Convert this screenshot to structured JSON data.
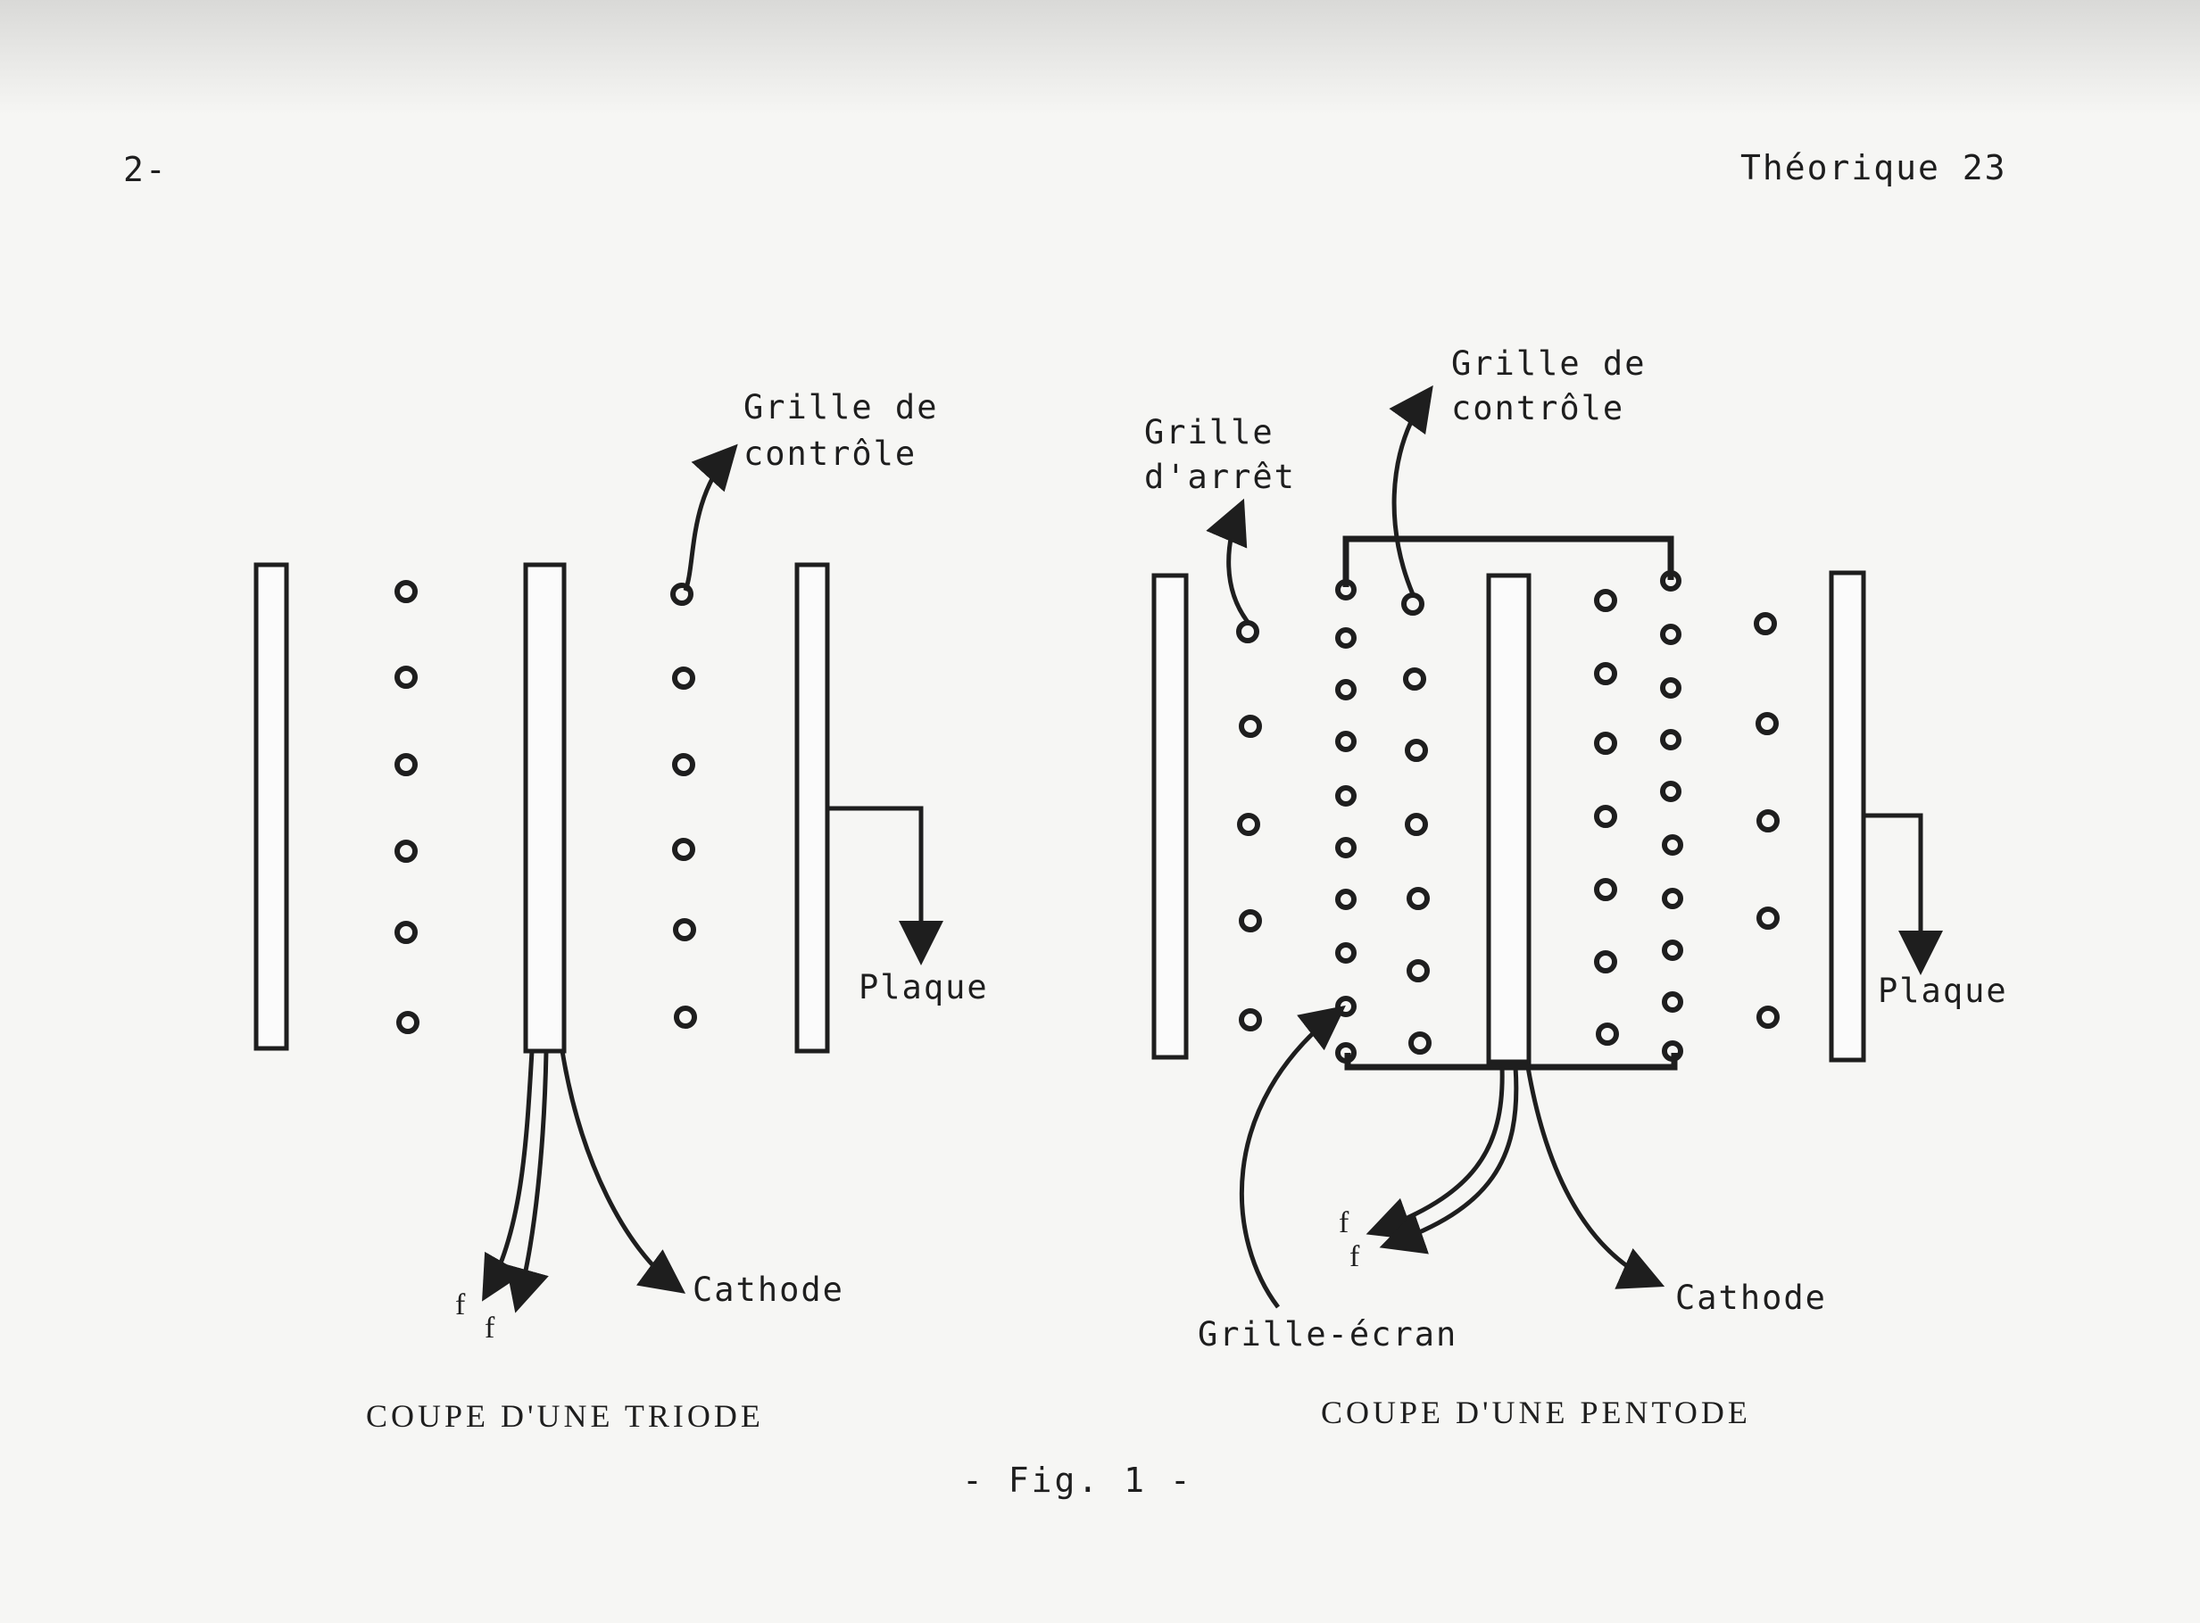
{
  "header": {
    "page_number": "2-",
    "section": "Théorique 23"
  },
  "triode": {
    "label_control_grid_line1": "Grille de",
    "label_control_grid_line2": "contrôle",
    "label_plate": "Plaque",
    "label_cathode": "Cathode",
    "filament_label_1": "f",
    "filament_label_2": "f",
    "caption": "COUPE D'UNE TRIODE"
  },
  "pentode": {
    "label_suppressor_grid_line1": "Grille",
    "label_suppressor_grid_line2": "d'arrêt",
    "label_control_grid_line1": "Grille de",
    "label_control_grid_line2": "contrôle",
    "label_plate": "Plaque",
    "label_cathode": "Cathode",
    "label_screen_grid": "Grille-écran",
    "filament_label_1": "f",
    "filament_label_2": "f",
    "caption": "COUPE D'UNE PENTODE"
  },
  "figure_label": "- Fig. 1 -"
}
